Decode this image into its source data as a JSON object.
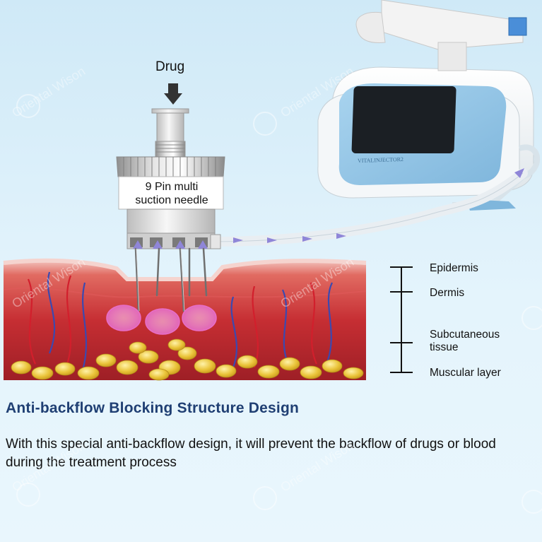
{
  "diagram": {
    "drug_label": "Drug",
    "needle_label_line1": "9 Pin multi",
    "needle_label_line2": "suction needle",
    "device_brand": "VITALINJECTOR2",
    "watermark": "Oriental Wison",
    "layers": [
      {
        "label": "Epidermis"
      },
      {
        "label": "Dermis"
      },
      {
        "label": "Subcutaneous tissue"
      },
      {
        "label": "Muscular layer"
      }
    ]
  },
  "heading": "Anti-backflow Blocking Structure Design",
  "description": "With this special anti-backflow design, it will prevent the backflow of drugs or blood during the treatment process",
  "colors": {
    "heading": "#1f3f73",
    "skin": "#c9363a",
    "fat": "#e7c23a",
    "arrow": "#8f86d8",
    "device_screen": "#9dc9e6"
  }
}
